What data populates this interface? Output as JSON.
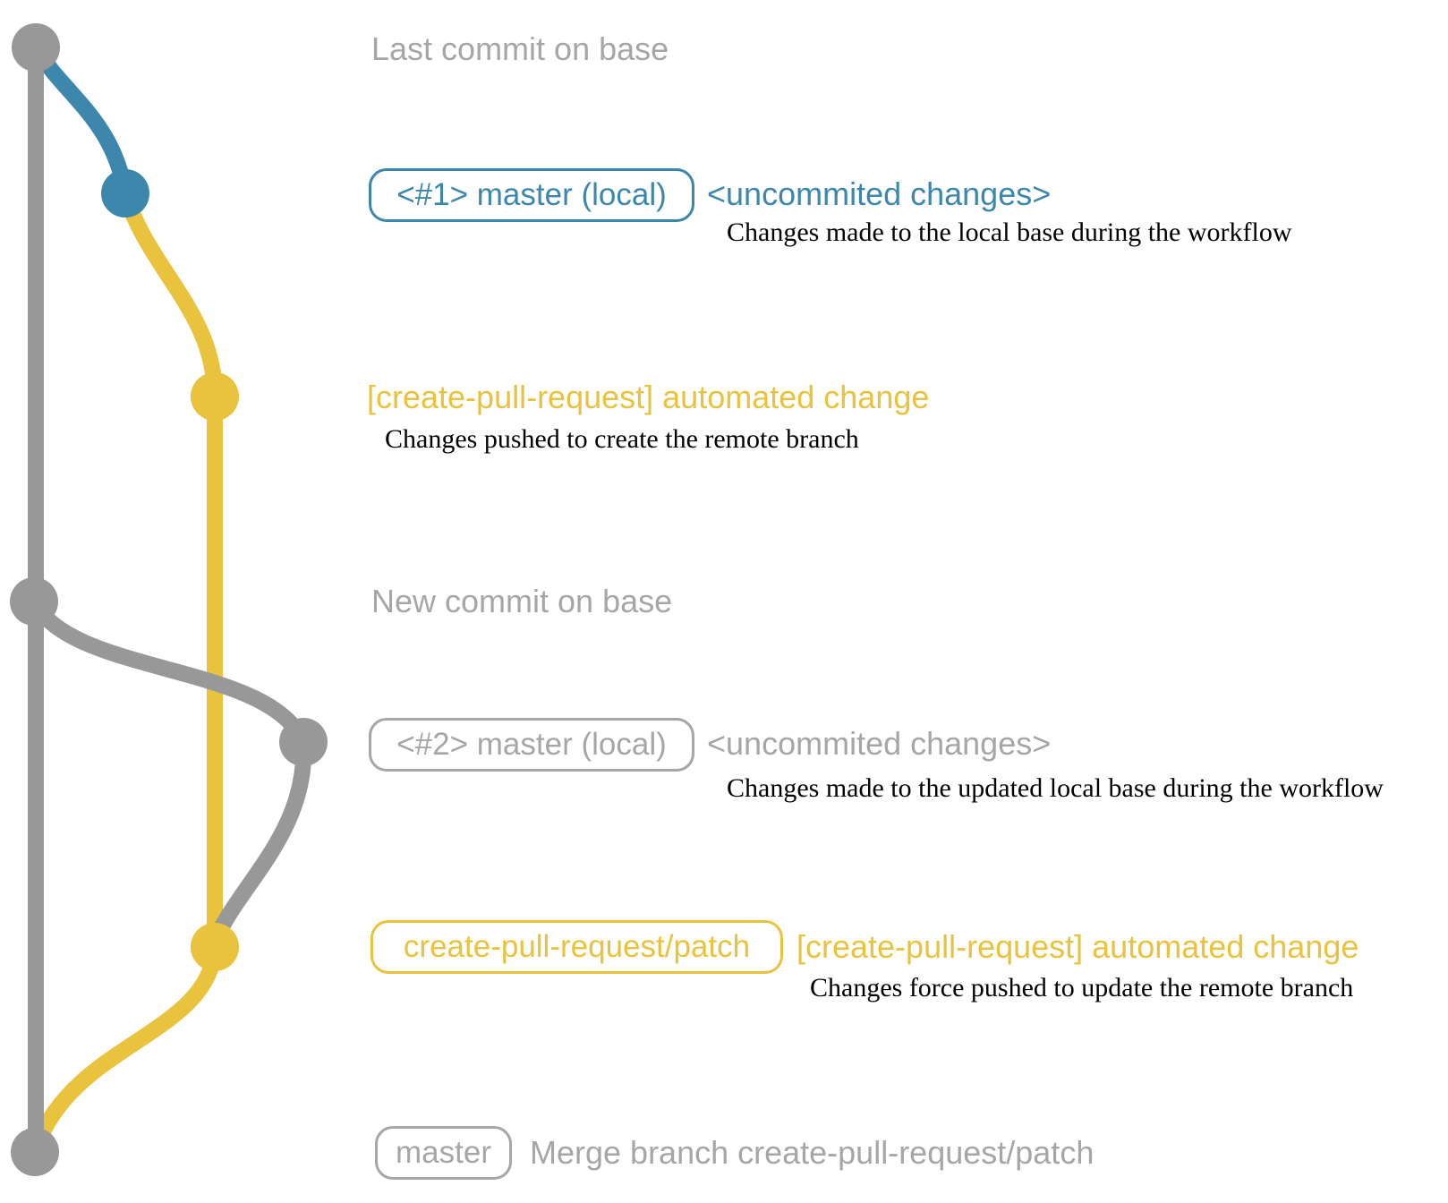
{
  "colors": {
    "blue": "#3D87AC",
    "yellow": "#E9C23E",
    "gray": "#989898",
    "gray_text": "#A6A6A6",
    "note_text": "#000000"
  },
  "rows": [
    {
      "label": "Last commit on base"
    },
    {
      "ref": "<#1> master (local)",
      "message": "<uncommited changes>",
      "note": "Changes made to the local base during the workflow"
    },
    {
      "message": "[create-pull-request] automated change",
      "note": "Changes pushed to create the remote branch"
    },
    {
      "label": "New commit on base"
    },
    {
      "ref": "<#2> master (local)",
      "message": "<uncommited changes>",
      "note": "Changes made to the updated local base during the workflow"
    },
    {
      "ref": "create-pull-request/patch",
      "message": "[create-pull-request] automated change",
      "note": "Changes force pushed to update the remote branch"
    },
    {
      "ref": "master",
      "message": "Merge branch create-pull-request/patch"
    }
  ]
}
